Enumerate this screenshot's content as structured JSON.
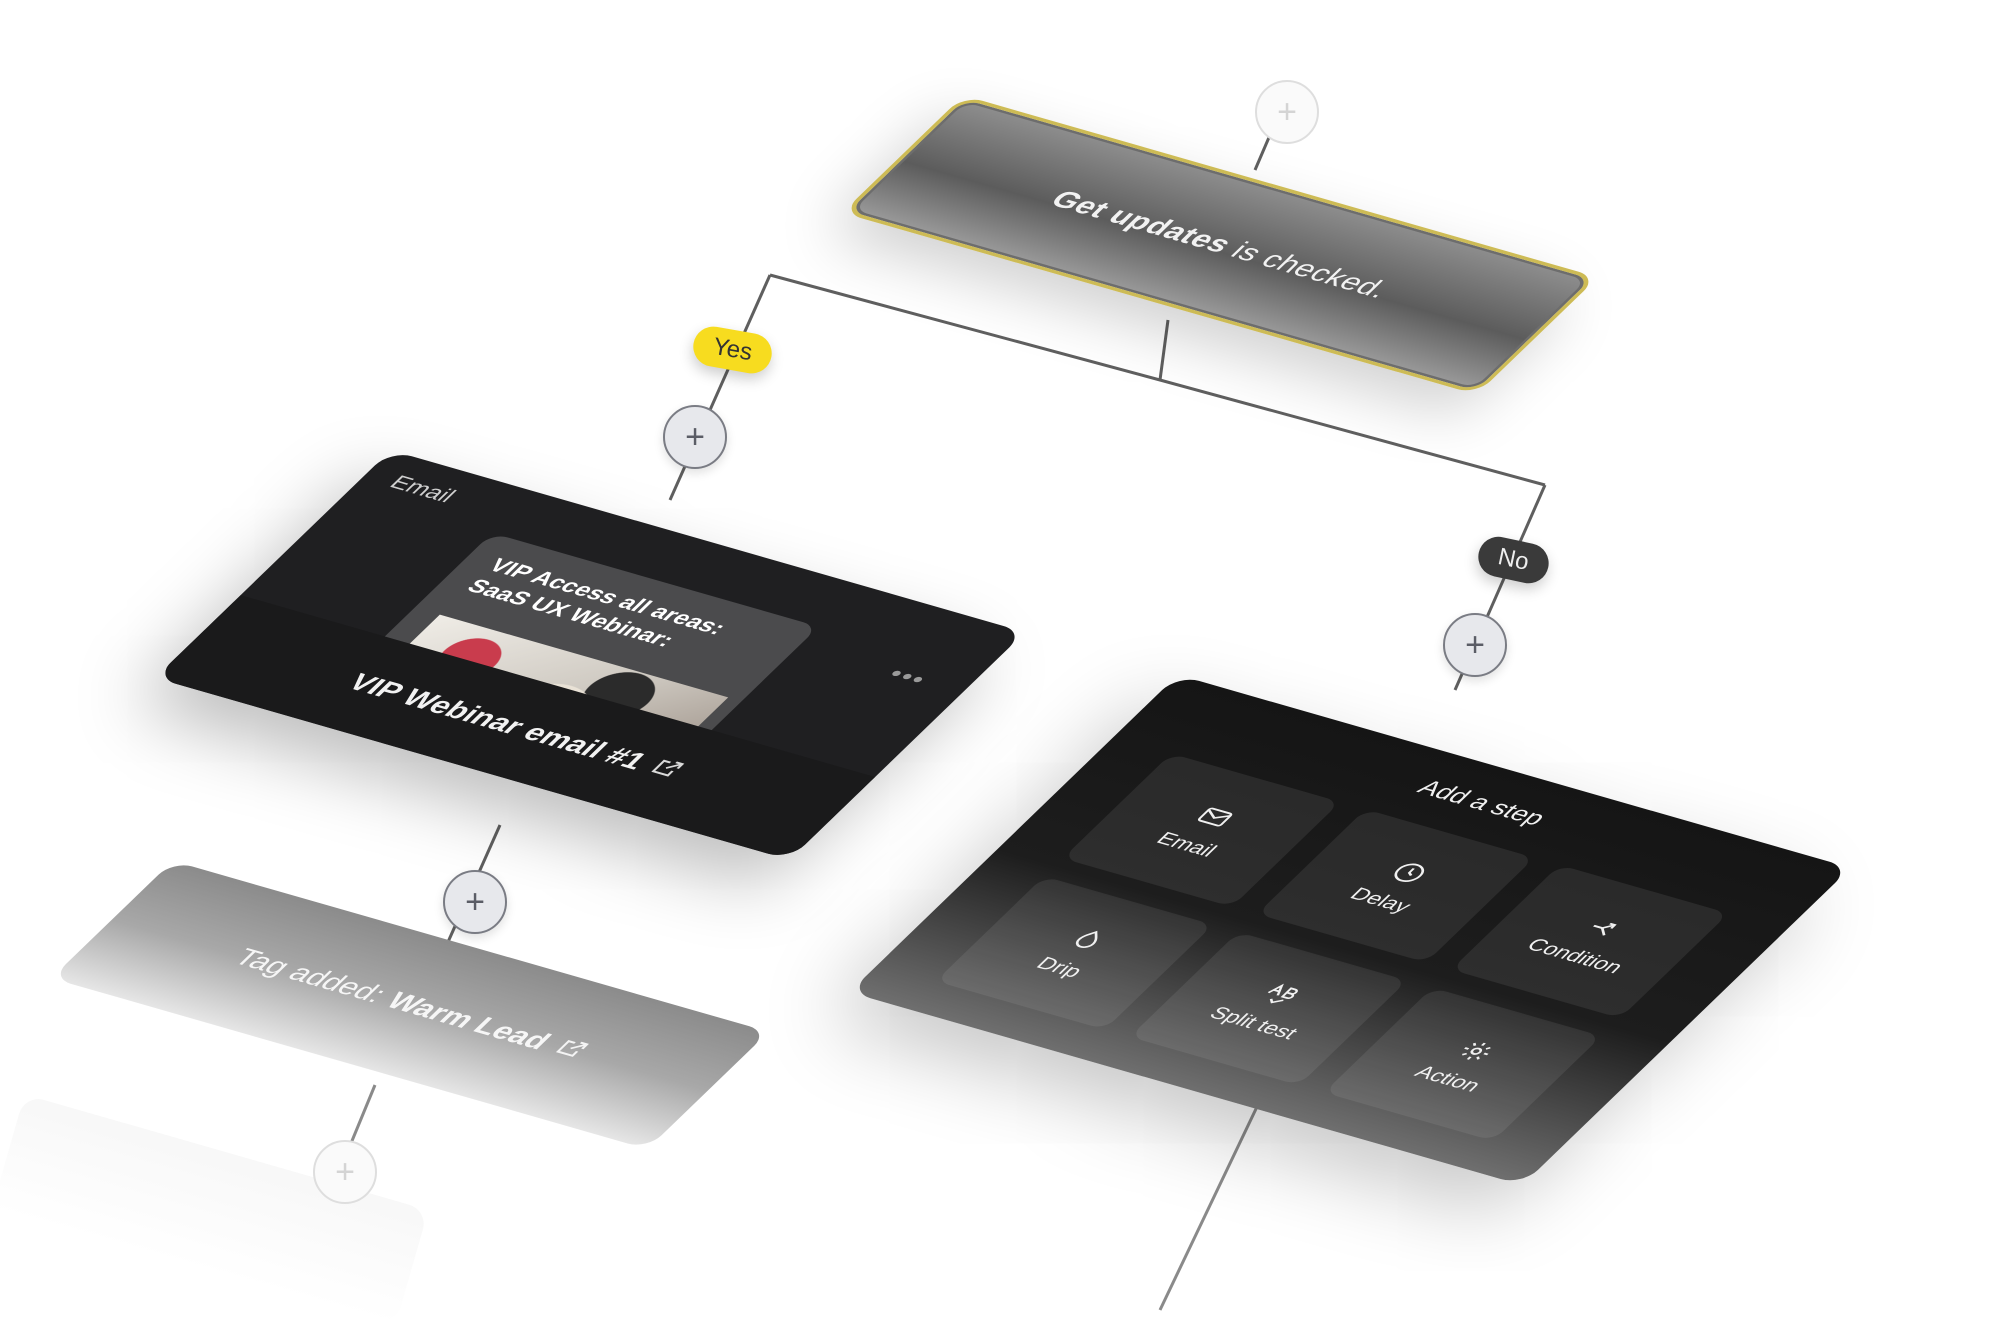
{
  "condition": {
    "field_label": "Get updates",
    "rest_text": "is checked.",
    "border_color": "#cdbb55"
  },
  "branches": {
    "yes_label": "Yes",
    "no_label": "No",
    "yes_color": "#f7dc1f",
    "no_color": "#3a3a3a"
  },
  "add_button": {
    "symbol": "+"
  },
  "email_step": {
    "type_label": "Email",
    "menu_icon": "more-horizontal-icon",
    "preview_title": "VIP Access all areas: SaaS UX Webinar:",
    "name": "VIP Webinar email #1",
    "link_icon": "external-link-icon"
  },
  "tag_step": {
    "prefix": "Tag added:",
    "tag_name": "Warm Lead",
    "link_icon": "external-link-icon"
  },
  "add_step_panel": {
    "title": "Add a step",
    "options": [
      {
        "label": "Email",
        "icon": "envelope-icon"
      },
      {
        "label": "Delay",
        "icon": "clock-icon"
      },
      {
        "label": "Condition",
        "icon": "split-arrow-icon"
      },
      {
        "label": "Drip",
        "icon": "droplet-icon"
      },
      {
        "label": "Split test",
        "icon": "ab-test-icon"
      },
      {
        "label": "Action",
        "icon": "gear-icon"
      }
    ]
  }
}
